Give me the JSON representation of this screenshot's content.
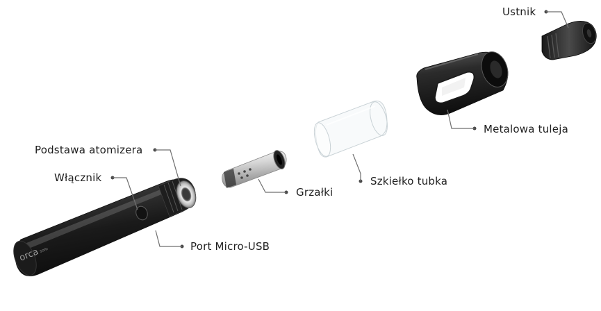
{
  "diagram": {
    "labels": {
      "mouthpiece": "Ustnik",
      "metal_sleeve": "Metalowa tuleja",
      "glass_tube": "Szkiełko tubka",
      "coil": "Grzałki",
      "atomizer_base": "Podstawa atomizera",
      "power_button": "Włącznik",
      "usb_port": "Port Micro-USB"
    },
    "brand": {
      "logo": "orca",
      "model": "solo"
    },
    "colors": {
      "label_text": "#1f1f1f",
      "leader_line": "#6f6f6f",
      "device_body": "#2a2a2a",
      "metal_accent": "#c8c8c8"
    }
  }
}
